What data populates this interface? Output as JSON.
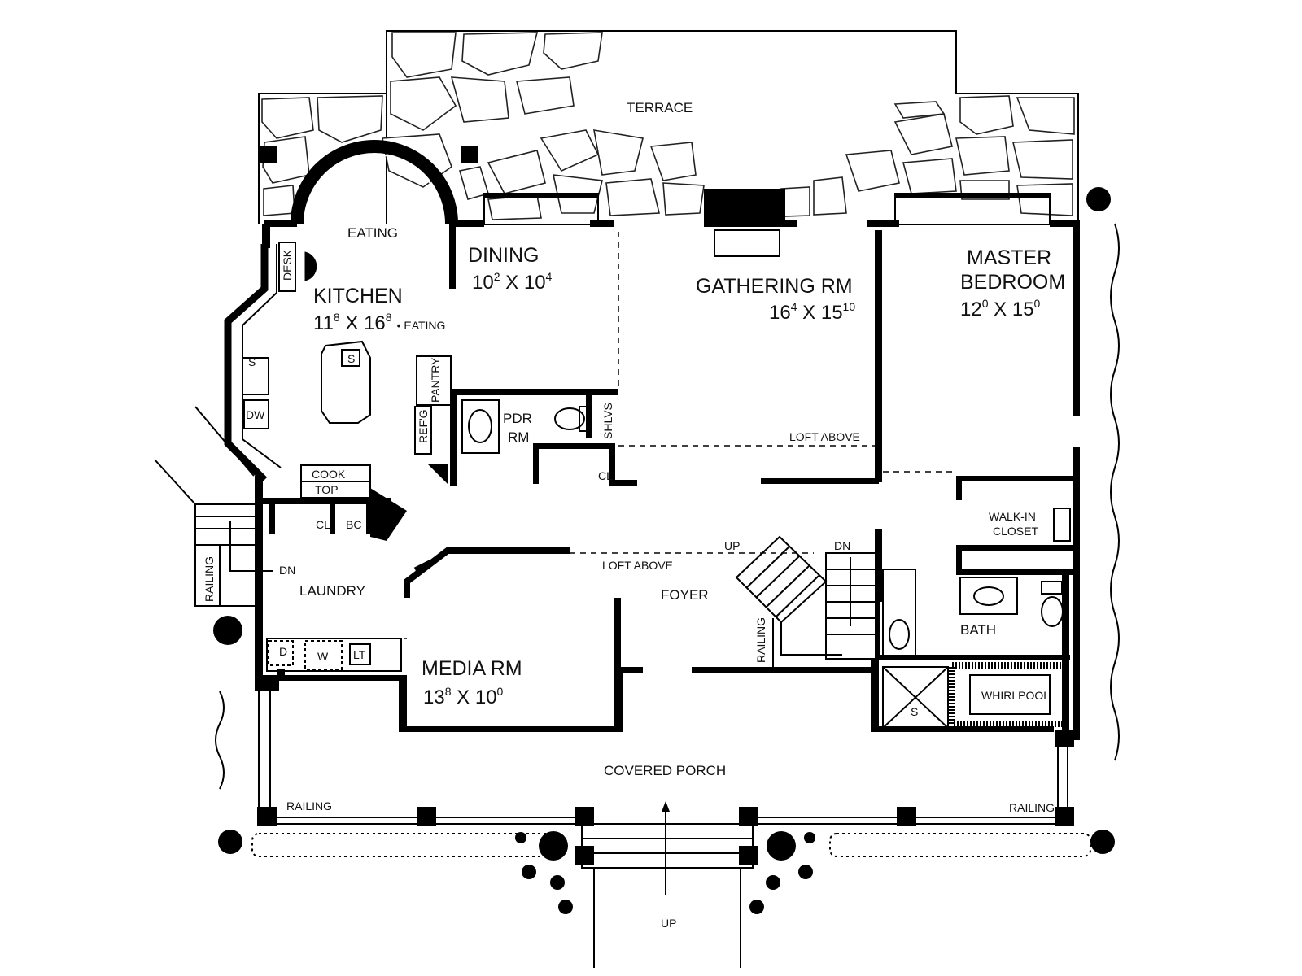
{
  "rooms": {
    "terrace": "TERRACE",
    "eating": "EATING",
    "dining": {
      "name": "DINING",
      "w": "10",
      "wf": "2",
      "d": "10",
      "df": "4"
    },
    "kitchen": {
      "name": "KITCHEN",
      "w": "11",
      "wf": "8",
      "d": "16",
      "df": "8",
      "suffix": "• EATING"
    },
    "gathering": {
      "name": "GATHERING RM",
      "w": "16",
      "wf": "4",
      "d": "15",
      "df": "10"
    },
    "master": {
      "name1": "MASTER",
      "name2": "BEDROOM",
      "w": "12",
      "wf": "0",
      "d": "15",
      "df": "0"
    },
    "pdr": {
      "l1": "PDR",
      "l2": "RM"
    },
    "media": {
      "name": "MEDIA RM",
      "w": "13",
      "wf": "8",
      "d": "10",
      "df": "0"
    },
    "laundry": "LAUNDRY",
    "foyer": "FOYER",
    "walkin": {
      "l1": "WALK-IN",
      "l2": "CLOSET"
    },
    "bath": "BATH",
    "whirlpool": "WHIRLPOOL",
    "porch": "COVERED PORCH"
  },
  "fixtures": {
    "desk": "DESK",
    "sink": "S",
    "dw": "DW",
    "pantry": "PANTRY",
    "refg": "REF'G",
    "shlvs": "SHLVS",
    "cook": "COOK",
    "top": "TOP",
    "cl": "CL",
    "bc": "BC",
    "dryer": "D",
    "washer": "W",
    "lt": "LT",
    "shower": "S"
  },
  "annotations": {
    "loft_above": "LOFT ABOVE",
    "up": "UP",
    "dn": "DN",
    "railing": "RAILING"
  }
}
